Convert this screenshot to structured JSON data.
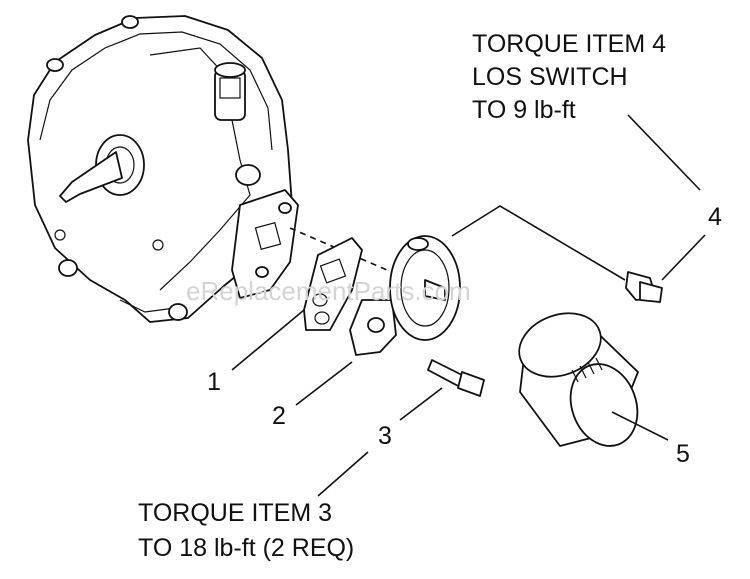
{
  "notes": {
    "torque_item4": [
      "TORQUE ITEM 4",
      "LOS SWITCH",
      "TO 9 lb-ft"
    ],
    "torque_item3": [
      "TORQUE ITEM 3",
      "TO 18 lb-ft (2 REQ)"
    ]
  },
  "callouts": [
    "1",
    "2",
    "3",
    "4",
    "5"
  ],
  "watermark": "eReplacementParts.com"
}
